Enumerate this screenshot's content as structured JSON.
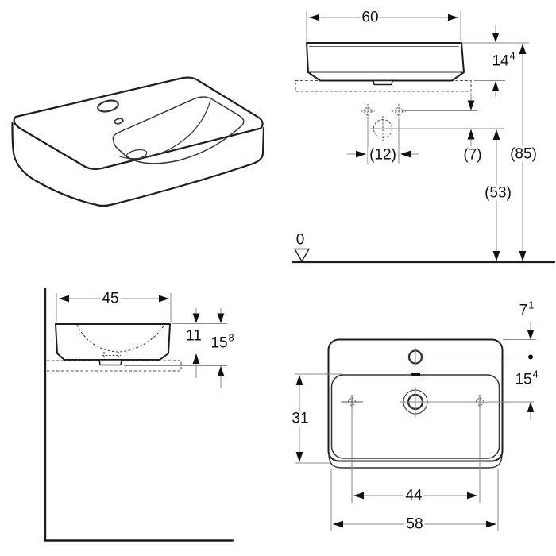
{
  "drawing": {
    "front_view": {
      "width": "60",
      "height_above_counter": {
        "value": "14",
        "sup": "4"
      },
      "tap_hole_spacing": "(12)",
      "counter_to_outlet": "(7)",
      "rim_height": "(85)",
      "outlet_height": "(53)",
      "floor_datum": "0"
    },
    "side_view": {
      "depth": "45",
      "basin_height": "11",
      "total_height": {
        "value": "15",
        "sup": "8"
      }
    },
    "plan_view": {
      "tap_edge_offset": {
        "value": "7",
        "sup": "1"
      },
      "tap_to_drain": {
        "value": "15",
        "sup": "4"
      },
      "bowl_front_depth": "31",
      "hole_spacing": "44",
      "front_width": "58"
    }
  },
  "colors": {
    "outline": "#1d1d1d",
    "dimension_line": "#8a8a8a",
    "text": "#111111",
    "background": "#ffffff"
  }
}
